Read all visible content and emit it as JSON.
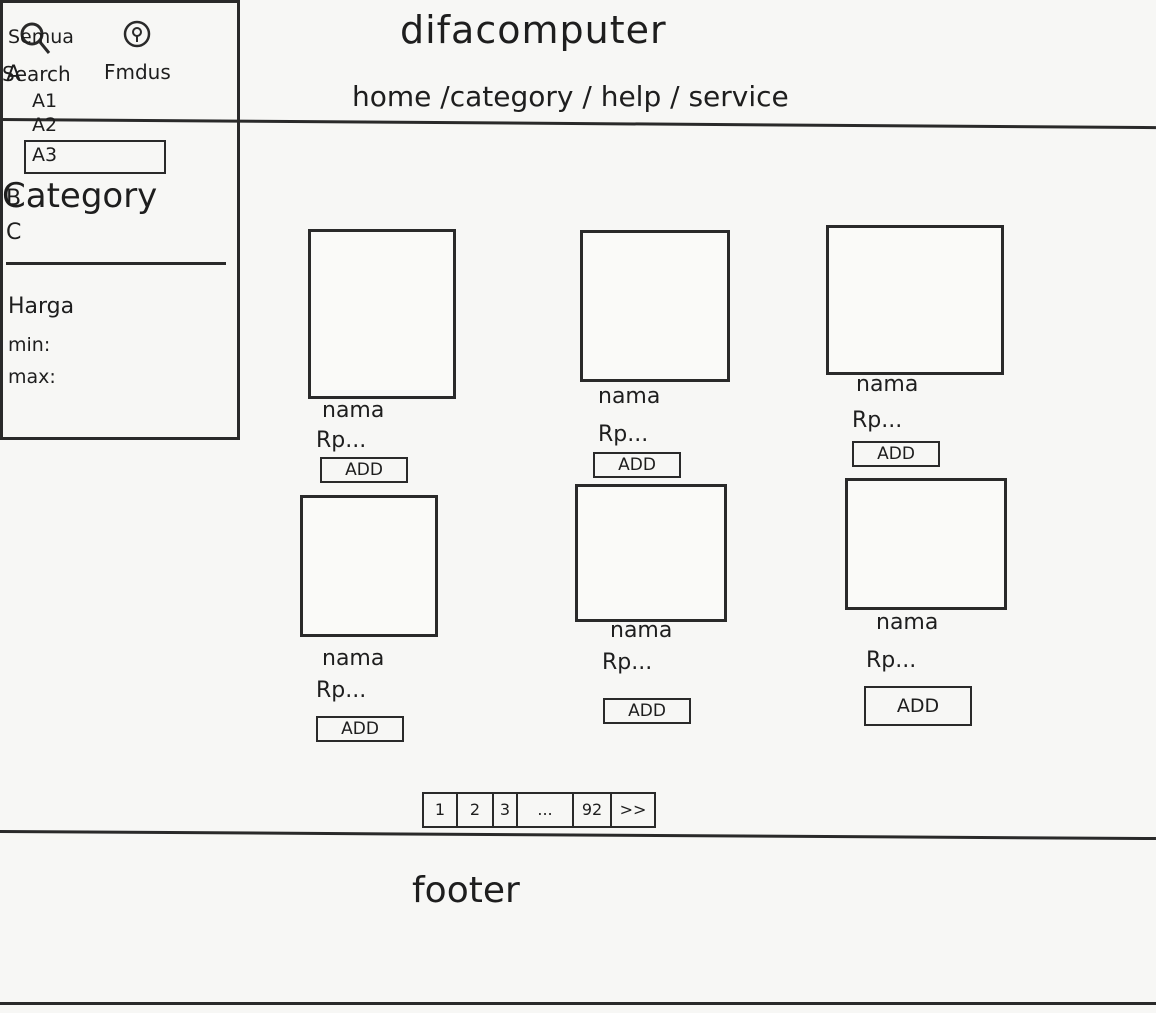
{
  "header": {
    "title": "difacomputer",
    "nav": "home /category / help / service",
    "tools": [
      {
        "label": "Search",
        "icon": "search-icon"
      },
      {
        "label": "Fmdus",
        "icon": "location-icon"
      }
    ]
  },
  "sidebar": {
    "heading": "Category",
    "categories": [
      "Semua",
      "A",
      "A1",
      "A2",
      "A3",
      "B",
      "C"
    ],
    "selected": "A3",
    "price": {
      "title": "Harga",
      "min_label": "min:",
      "max_label": "max:"
    }
  },
  "products": [
    {
      "name": "nama",
      "price": "Rp...",
      "button": "ADD"
    },
    {
      "name": "nama",
      "price": "Rp...",
      "button": "ADD"
    },
    {
      "name": "nama",
      "price": "Rp...",
      "button": "ADD"
    },
    {
      "name": "nama",
      "price": "Rp...",
      "button": "ADD"
    },
    {
      "name": "nama",
      "price": "Rp...",
      "button": "ADD"
    },
    {
      "name": "nama",
      "price": "Rp...",
      "button": "ADD"
    }
  ],
  "pagination": [
    "1",
    "2",
    "3",
    "...",
    "92",
    ">>"
  ],
  "footer": "footer"
}
